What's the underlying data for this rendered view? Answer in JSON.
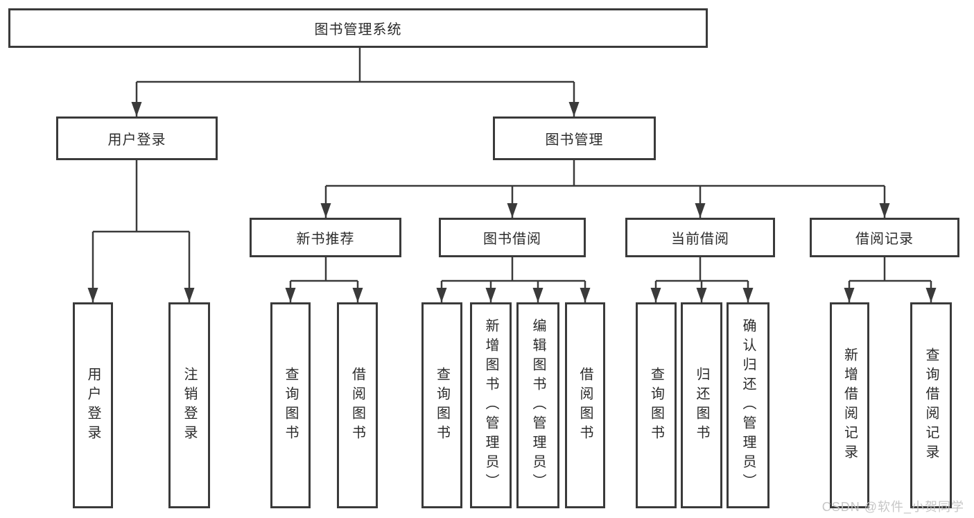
{
  "root": {
    "label": "图书管理系统"
  },
  "branches": [
    {
      "label": "用户登录",
      "leaves": [
        "用户登录",
        "注销登录"
      ]
    },
    {
      "label": "图书管理",
      "children": [
        {
          "label": "新书推荐",
          "leaves": [
            "查询图书",
            "借阅图书"
          ]
        },
        {
          "label": "图书借阅",
          "leaves": [
            "查询图书",
            "新增图书（管理员）",
            "编辑图书（管理员）",
            "借阅图书"
          ]
        },
        {
          "label": "当前借阅",
          "leaves": [
            "查询图书",
            "归还图书",
            "确认归还（管理员）"
          ]
        },
        {
          "label": "借阅记录",
          "leaves": [
            "新增借阅记录",
            "查询借阅记录"
          ]
        }
      ]
    }
  ],
  "watermark": "CSDN @软件_小贺同学",
  "colors": {
    "line": "#3a3a3a",
    "text": "#2b2b2b",
    "watermark_color": "#c4c4c4",
    "background": "#ffffff"
  }
}
